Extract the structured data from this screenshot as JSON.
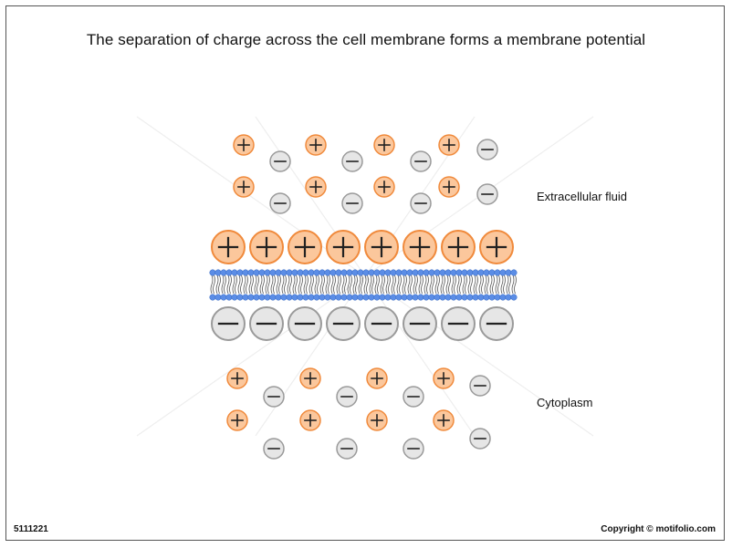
{
  "title": "The separation of charge across the cell membrane forms a membrane potential",
  "regions": {
    "extracellular_label": "Extracellular fluid",
    "cytoplasm_label": "Cytoplasm"
  },
  "footer": {
    "id_text": "5111221",
    "copyright_text": "Copyright © motifolio.com"
  },
  "charges": {
    "large_positive_count": 8,
    "large_negative_count": 8,
    "extracellular_small": [
      "+",
      "-",
      "+",
      "-",
      "+",
      "-",
      "+",
      "-",
      "+",
      "-",
      "+",
      "-",
      "+",
      "-",
      "+",
      "-"
    ],
    "cytoplasm_small": [
      "+",
      "-",
      "+",
      "-",
      "+",
      "-",
      "+",
      "-",
      "+",
      "-",
      "+",
      "-",
      "+",
      "-",
      "+",
      "-"
    ]
  },
  "colors": {
    "positive_fill": "#fbc79c",
    "positive_stroke": "#f08a3c",
    "negative_fill": "#e6e6e6",
    "negative_stroke": "#9a9a9a",
    "lipid_head": "#5b8de6",
    "lipid_tail": "#555555"
  }
}
